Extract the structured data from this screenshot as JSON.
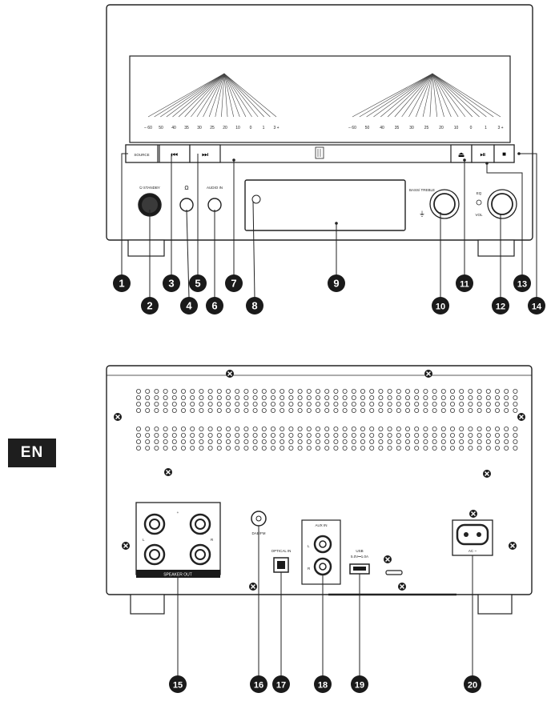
{
  "language_badge": "EN",
  "front_panel": {
    "meter_scale": [
      "– 60",
      "50",
      "40",
      "35",
      "30",
      "25",
      "20",
      "10",
      "0",
      "1",
      "3 +"
    ],
    "buttons": {
      "source": "SOURCE",
      "prev": "⏮",
      "next": "⏭",
      "eject": "⏏",
      "play_pause": "⏯",
      "stop": "■"
    },
    "standby": "⏻ STANDBY",
    "headphone": "Ω",
    "audio_in": "AUDIO IN",
    "bass_treble": "BASS/ TREBLE",
    "eq": "EQ",
    "vol": "VOL"
  },
  "rear_panel": {
    "speaker_out": "SPEAKER OUT",
    "speaker_l": "L",
    "speaker_r": "R",
    "speaker_plus": "+",
    "dab_fm": "DAB/FM",
    "optical_in": "OPTICAL IN",
    "aux_in": "AUX IN",
    "aux_l": "L",
    "aux_r": "R",
    "usb": "USB",
    "usb_rating": "5.0V⎓1.0A",
    "ac_in": "AC ~"
  },
  "callouts": [
    "1",
    "2",
    "3",
    "4",
    "5",
    "6",
    "7",
    "8",
    "9",
    "10",
    "11",
    "12",
    "13",
    "14",
    "15",
    "16",
    "17",
    "18",
    "19",
    "20"
  ]
}
